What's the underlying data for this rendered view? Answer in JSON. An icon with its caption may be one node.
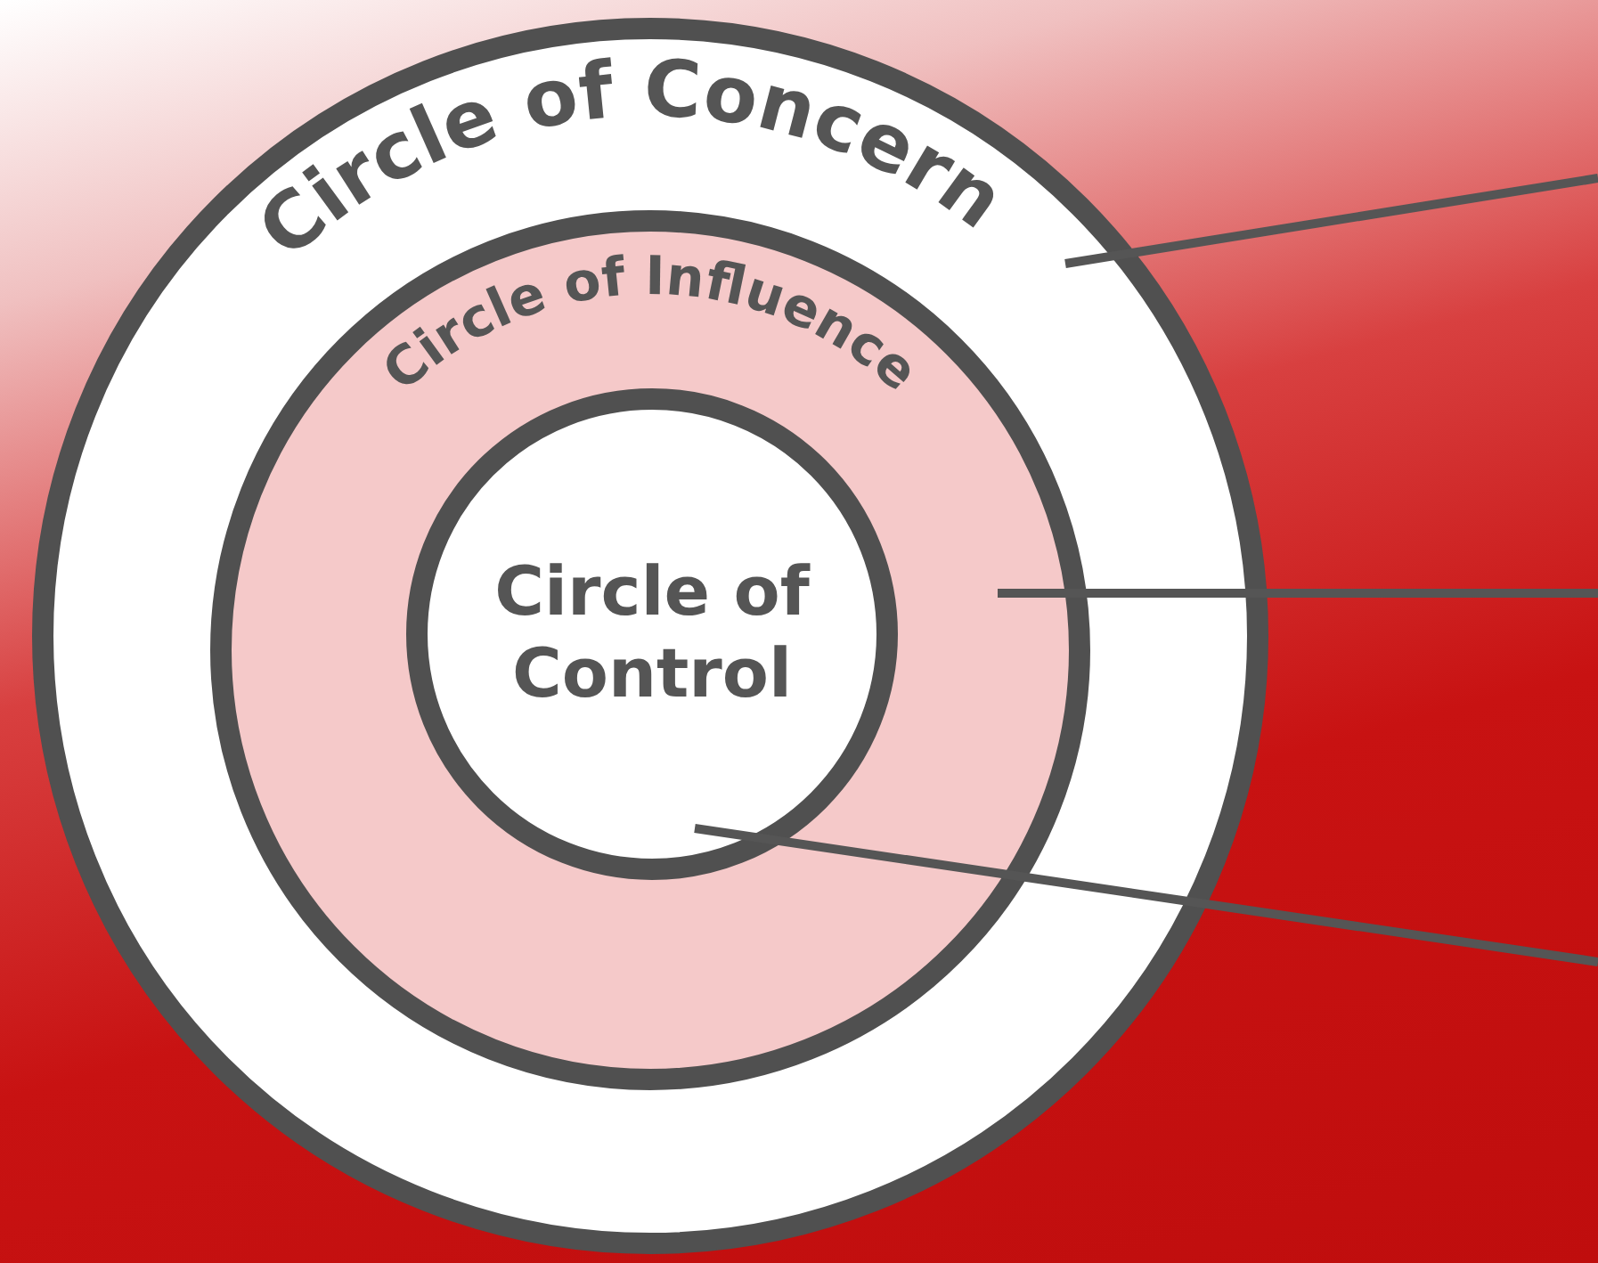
{
  "diagram": {
    "nodes": [
      {
        "text": [
          "Circle of Concern"
        ]
      },
      {
        "text": [
          "Circle of Influence"
        ],
        "in": 0
      },
      {
        "text": [
          "Circle of Control"
        ],
        "in": 1
      }
    ],
    "edges": [
      {
        "from": 0,
        "to": null,
        "arrow": "none"
      },
      {
        "from": 1,
        "to": null,
        "arrow": "none"
      },
      {
        "from": 2,
        "to": null,
        "arrow": "none"
      }
    ]
  }
}
